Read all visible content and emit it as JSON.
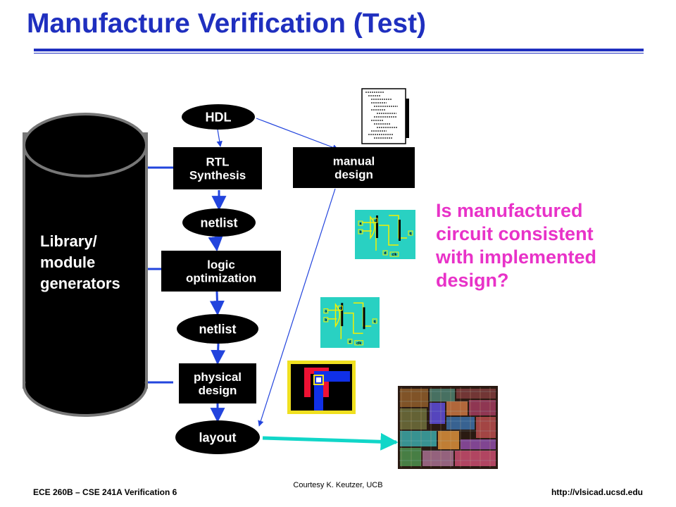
{
  "slide": {
    "title": "Manufacture Verification (Test)",
    "footer_left": "ECE 260B – CSE 241A Verification 6",
    "footer_center": "Courtesy K. Keutzer, UCB",
    "footer_right": "http://vlsicad.ucsd.edu"
  },
  "library": {
    "lines": [
      "Library/",
      "module",
      "generators"
    ]
  },
  "flow": {
    "hdl": "HDL",
    "rtl_synthesis": [
      "RTL",
      "Synthesis"
    ],
    "netlist_1": "netlist",
    "logic_optimization": [
      "logic",
      "optimization"
    ],
    "netlist_2": "netlist",
    "physical_design": [
      "physical",
      "design"
    ],
    "layout": "layout",
    "manual_design": [
      "manual",
      "design"
    ]
  },
  "question": {
    "lines": [
      "Is manufactured",
      "circuit consistent",
      "with implemented",
      "design?"
    ]
  },
  "schematic_labels": [
    "a",
    "b",
    "c",
    "d",
    "q",
    "clk"
  ],
  "colors": {
    "title": "#1f2fbf",
    "arrow": "#2244dd",
    "box_fill": "#000000",
    "box_text": "#ffffff",
    "question": "#e832c8",
    "schematic_bg": "#29d1c2",
    "schematic_wire": "#f5f000",
    "layout_red": "#ee1133",
    "layout_blue": "#1030e8",
    "layout_yellow": "#f0e020",
    "chip_arrow": "#11d6c8"
  },
  "icons": [
    "document-icon",
    "schematic-icon",
    "layout-cell-icon",
    "chip-die-photo"
  ]
}
